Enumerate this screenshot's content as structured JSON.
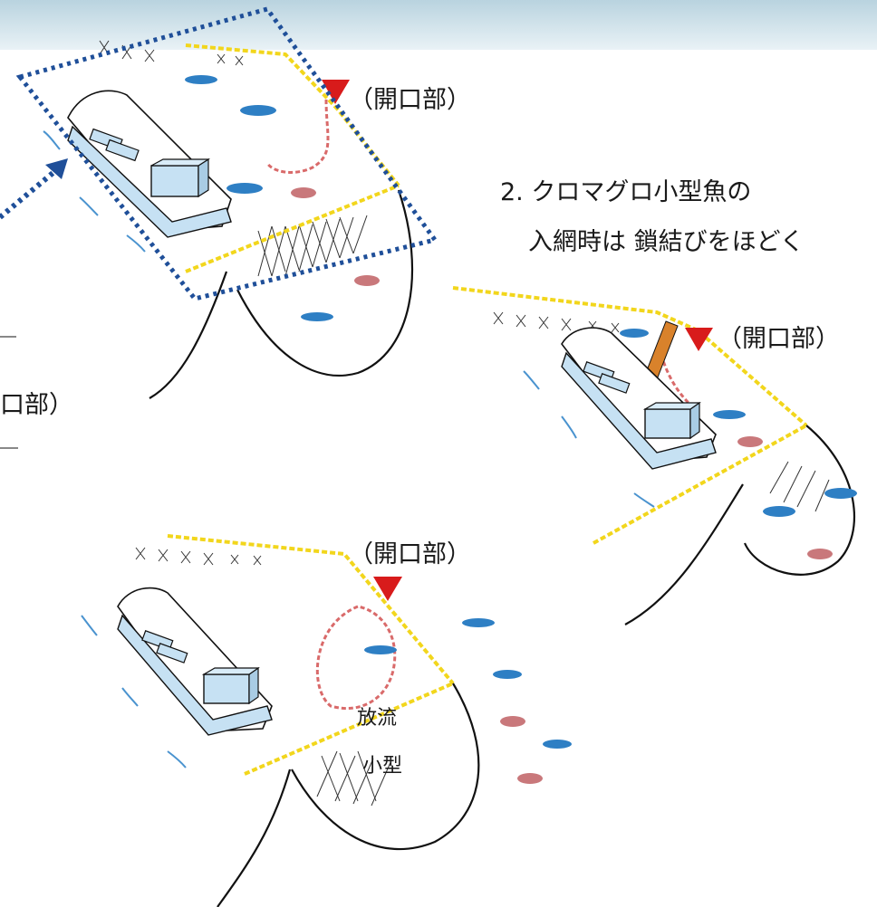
{
  "labels": {
    "opening_1": "（開口部）",
    "opening_2": "（開口部）",
    "opening_3": "（開口部）",
    "opening_cut_left": "口部）",
    "step2_line1": "2. クロマグロ小型魚の",
    "step2_line2": "入網時は 鎖結びをほどく",
    "cut_release": "放流",
    "cut_small": "小型"
  },
  "colors": {
    "top_band": "#c9dde6",
    "opening_marker": "#d81b1b",
    "dashed_frame": "#1f4f99",
    "float_rope": "#f2d61c",
    "chain": "#d96a6a",
    "boat_fill": "#c6e1f3",
    "slide_board": "#d9822b",
    "fish_tuna": "#2e7fc4",
    "fish_snapper": "#c9787b",
    "water_wave": "#4a93cf"
  },
  "icons": [
    "opening-marker-icon",
    "boat-icon",
    "fish-icon",
    "dashed-frame-arrow-icon"
  ]
}
